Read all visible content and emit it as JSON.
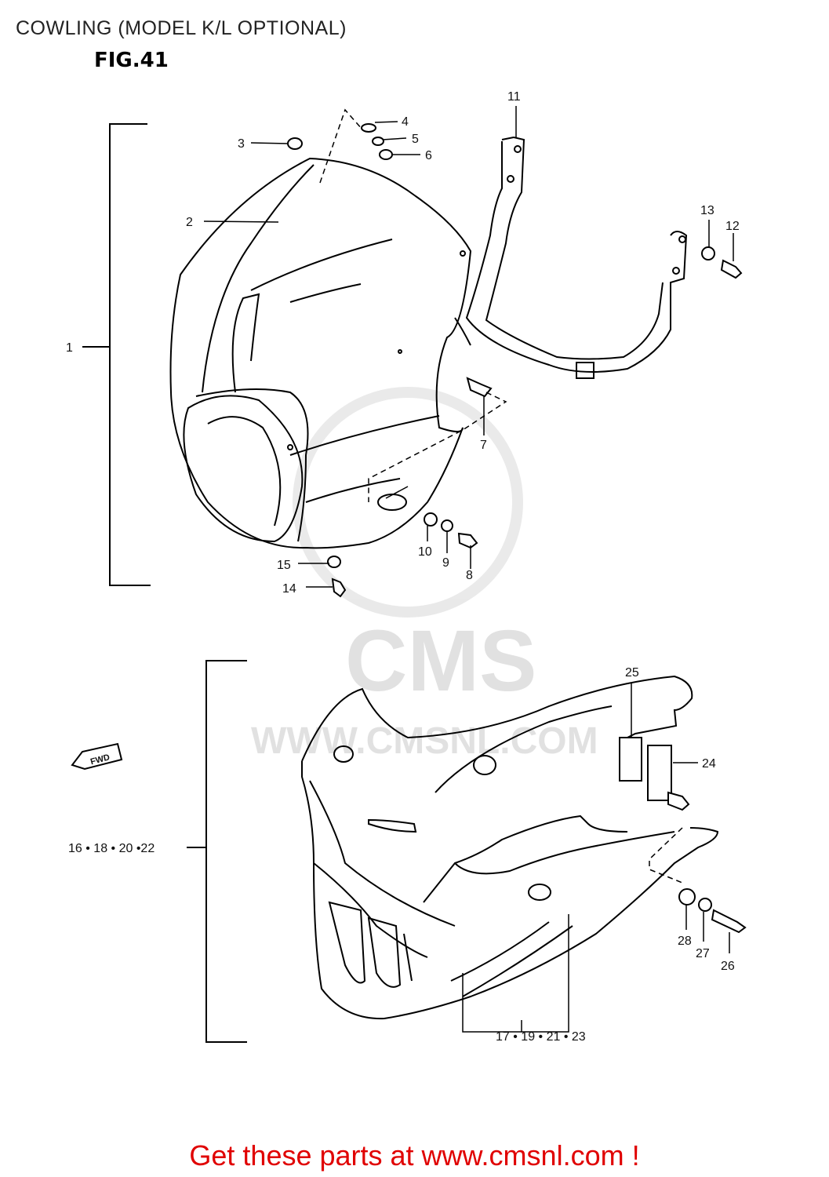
{
  "header": {
    "title": "COWLING (MODEL K/L OPTIONAL)",
    "figure": "FIG.41"
  },
  "fwd_label": "FWD",
  "watermark": {
    "logo": "CMS",
    "url": "WWW.CMSNL.COM"
  },
  "callouts": {
    "c1": "1",
    "c2": "2",
    "c3": "3",
    "c4": "4",
    "c5": "5",
    "c6": "6",
    "c7": "7",
    "c8": "8",
    "c9": "9",
    "c10": "10",
    "c11": "11",
    "c12": "12",
    "c13": "13",
    "c14": "14",
    "c15": "15",
    "c24": "24",
    "c25": "25",
    "c26": "26",
    "c27": "27",
    "c28": "28",
    "group_lower": "16 • 18 • 20 •22",
    "group_side": "17 • 19 • 21 • 23"
  },
  "footer": {
    "cta": "Get these parts at www.cmsnl.com !"
  }
}
